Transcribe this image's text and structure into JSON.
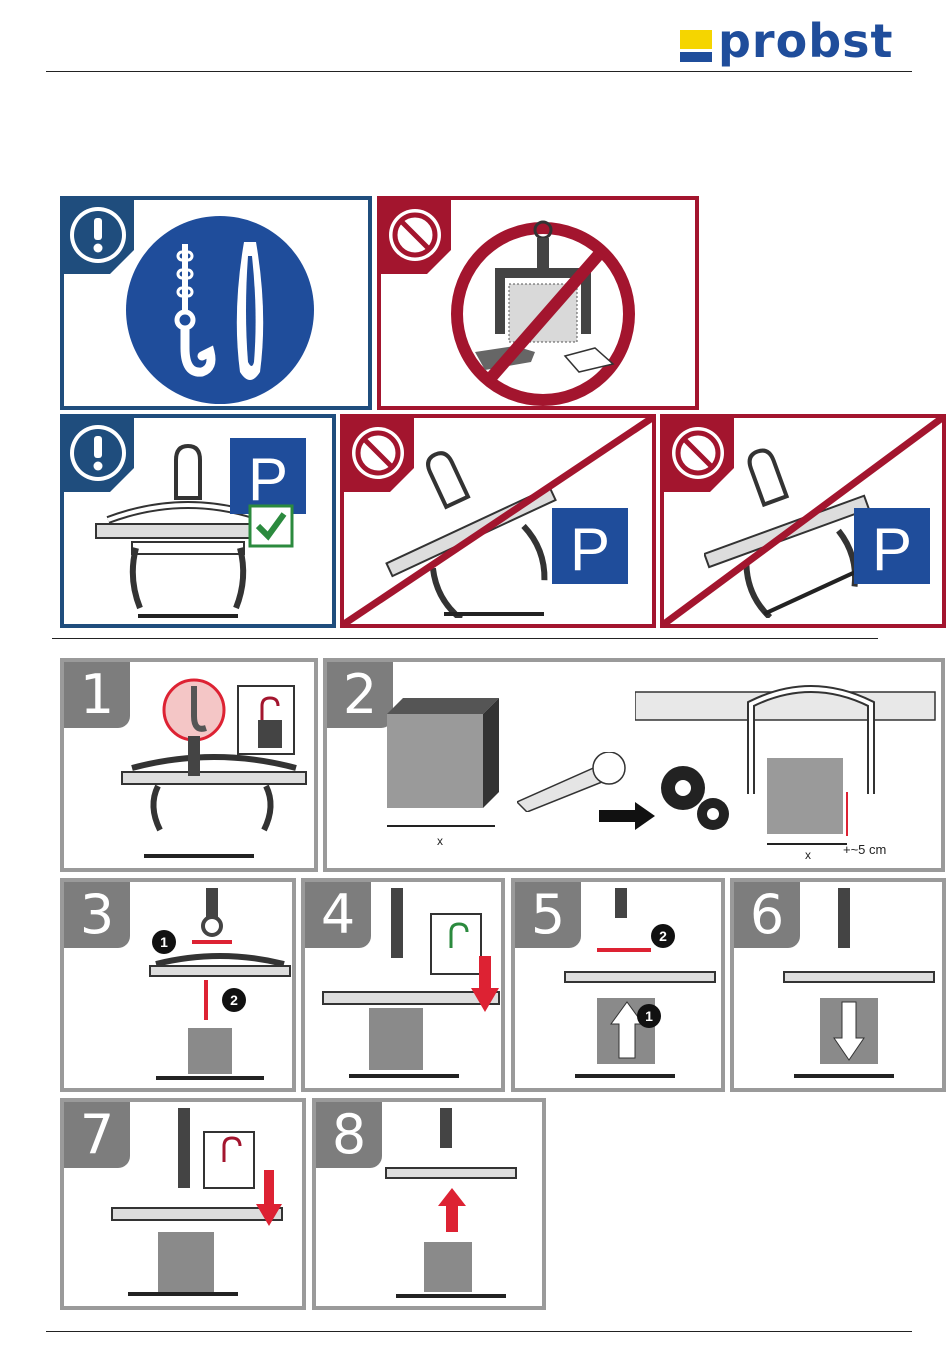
{
  "header": {
    "brand": "probst"
  },
  "colors": {
    "brand_blue": "#1f4d9b",
    "brand_yellow": "#f5d500",
    "warning_blue": "#1f4d7d",
    "prohibit_red": "#a3152e",
    "step_grey": "#7d7d7d"
  },
  "icons": {
    "mandatory": "exclamation-icon",
    "prohibited": "prohibition-icon",
    "parking": "parking-sign-icon",
    "ok": "checkmark-icon",
    "lifting": "chain-hook-icon",
    "sling": "sling-icon",
    "hands": "hands-icon",
    "gears": "gears-icon",
    "arrow": "arrow-right-icon"
  },
  "signs": {
    "parking_letter": "P"
  },
  "steps": [
    {
      "number": "1"
    },
    {
      "number": "2",
      "dimension_label": "x",
      "tolerance_label": "+~5 cm"
    },
    {
      "number": "3",
      "markers": [
        "1",
        "2"
      ]
    },
    {
      "number": "4"
    },
    {
      "number": "5",
      "markers": [
        "2",
        "1"
      ]
    },
    {
      "number": "6"
    },
    {
      "number": "7"
    },
    {
      "number": "8"
    }
  ]
}
